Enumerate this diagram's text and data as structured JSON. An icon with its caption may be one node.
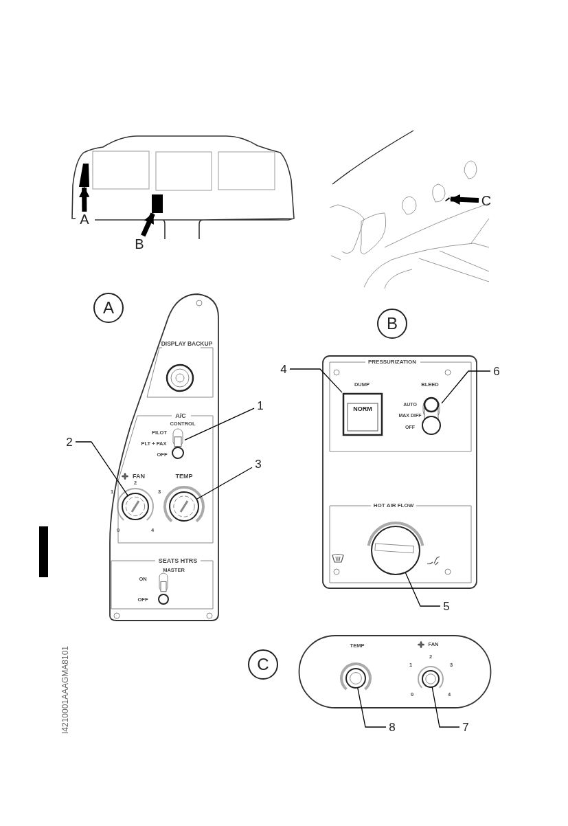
{
  "diagram": {
    "nodes": [
      {
        "text": [
          "A"
        ]
      },
      {
        "text": [],
        "shape": "bar"
      },
      {
        "text": [
          "B"
        ]
      },
      {
        "text": [],
        "shape": "box"
      },
      {
        "text": [
          "C"
        ]
      },
      {
        "text": [],
        "shape": "bar"
      },
      {
        "text": [
          "A"
        ]
      },
      {
        "text": [
          "DISPLAY BACKUP",
          "A/C",
          "CONTROL",
          "PILOT",
          "PLT + PAX",
          "OFF",
          "FAN",
          "2",
          "1",
          "3",
          "0",
          "4",
          "TEMP",
          "SEATS HTRS",
          "MASTER",
          "ON",
          "OFF"
        ]
      },
      {
        "text": [],
        "shape": "box",
        "in": 7
      },
      {
        "text": [],
        "shape": "circle",
        "in": 7
      },
      {
        "text": [],
        "shape": "circle",
        "in": 7
      },
      {
        "text": [
          "1"
        ]
      },
      {
        "text": [
          "2"
        ]
      },
      {
        "text": [
          "3"
        ]
      },
      {
        "text": [
          "B"
        ]
      },
      {
        "text": [
          "PRESSURIZATION",
          "DUMP",
          "BLEED",
          "AUTO",
          "MAX DIFF",
          "OFF",
          "HOT AIR FLOW"
        ]
      },
      {
        "text": [
          "NORM"
        ],
        "in": 15
      },
      {
        "text": [],
        "shape": "box",
        "in": 15
      },
      {
        "text": [],
        "shape": "circle",
        "in": 15
      },
      {
        "text": [
          "4"
        ]
      },
      {
        "text": [
          "5"
        ]
      },
      {
        "text": [
          "6"
        ]
      },
      {
        "text": [
          "C"
        ]
      },
      {
        "text": [
          "TEMP",
          "FAN",
          "2",
          "1",
          "3",
          "0",
          "4"
        ]
      },
      {
        "text": [],
        "shape": "circle",
        "in": 23
      },
      {
        "text": [],
        "shape": "circle",
        "in": 23
      },
      {
        "text": [
          "7"
        ]
      },
      {
        "text": [
          "8"
        ]
      },
      {
        "text": [],
        "shape": "box",
        "in": 7
      }
    ],
    "edges": [
      {
        "from": 0,
        "to": 1,
        "arrow": "to",
        "style": "thick"
      },
      {
        "from": 2,
        "to": 3,
        "arrow": "to",
        "style": "thick"
      },
      {
        "from": 4,
        "to": 5,
        "arrow": "to",
        "style": "thick"
      },
      {
        "from": 11,
        "to": 8,
        "arrow": "none"
      },
      {
        "from": 12,
        "to": 9,
        "arrow": "none"
      },
      {
        "from": 13,
        "to": 10,
        "arrow": "none"
      },
      {
        "from": 19,
        "to": 16,
        "arrow": "none"
      },
      {
        "from": 20,
        "to": 18,
        "arrow": "none"
      },
      {
        "from": 21,
        "to": 17,
        "arrow": "none"
      },
      {
        "from": 26,
        "to": 25,
        "arrow": "none"
      },
      {
        "from": 27,
        "to": 24,
        "arrow": "none"
      }
    ],
    "labels": [
      "I4210001AAAGMA8101"
    ]
  }
}
